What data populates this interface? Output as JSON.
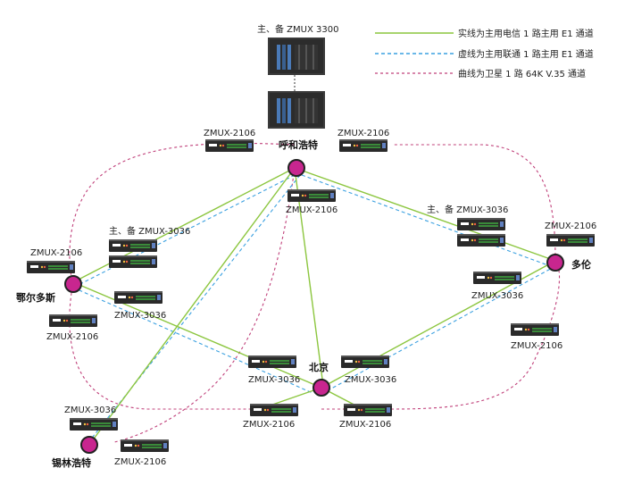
{
  "legend": {
    "solid_line": "实线为主用电信 1 路主用 E1 通道",
    "dashed_line": "虚线为主用联通 1 路主用 E1 通道",
    "curved_line": "曲线为卫星 1 路 64K V.35 通道"
  },
  "colors": {
    "solid_line": "#8cc63f",
    "dashed_line": "#3aa0e0",
    "curved_line": "#c0407a",
    "node_fill": "#c8268f",
    "device_body": "#2a2a2a"
  },
  "nodes": {
    "huhehaote": "呼和浩特",
    "beijing": "北京",
    "erdos": "鄂尔多斯",
    "duolun": "多伦",
    "xilinhaote": "锡林浩特"
  },
  "devices": {
    "zmux3300_pair": "主、备 ZMUX 3300",
    "hhht_left": "ZMUX-2106",
    "hhht_right": "ZMUX-2106",
    "hhht_below": "ZMUX-2106",
    "duolun_pair": "主、备 ZMUX-3036",
    "duolun_right": "ZMUX-2106",
    "duolun_mid": "ZMUX-3036",
    "duolun_below": "ZMUX-2106",
    "erdos_pair": "主、备 ZMUX-3036",
    "erdos_top": "ZMUX-2106",
    "erdos_mid": "ZMUX-3036",
    "erdos_below": "ZMUX-2106",
    "beijing_left": "ZMUX-3036",
    "beijing_right": "ZMUX-3036",
    "beijing_bottom_left": "ZMUX-2106",
    "beijing_bottom_right": "ZMUX-2106",
    "xlht_top": "ZMUX-3036",
    "xlht_right": "ZMUX-2106"
  }
}
